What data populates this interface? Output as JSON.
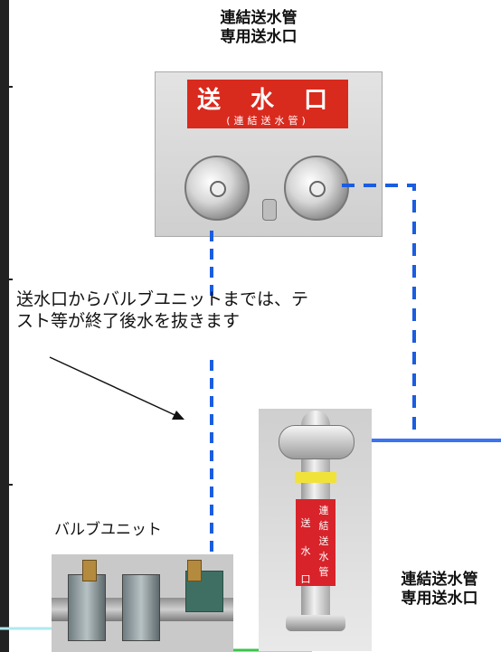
{
  "labels": {
    "top_inlet_line1": "連結送水管",
    "top_inlet_line2": "専用送水口",
    "note_line1": "送水口からバルブユニットまでは、テ",
    "note_line2": "スト等が終了後水を抜きます",
    "valve_unit": "バルブユニット",
    "standpipe_line1": "連結送水管",
    "standpipe_line2": "専用送水口"
  },
  "inlet_sign": {
    "main": "送 水 口",
    "sub": "(連結送水管)"
  },
  "standpipe_sign": {
    "col_left": [
      "送",
      "水",
      "口"
    ],
    "col_right": [
      "連",
      "結",
      "送",
      "水",
      "管"
    ]
  },
  "colors": {
    "pipe_line": "#1a5de0",
    "solid_pipe": "#3b73f0",
    "sign_red": "#d92a1e",
    "cyan_line": "#aee9ef",
    "green_line": "#39c54a"
  }
}
